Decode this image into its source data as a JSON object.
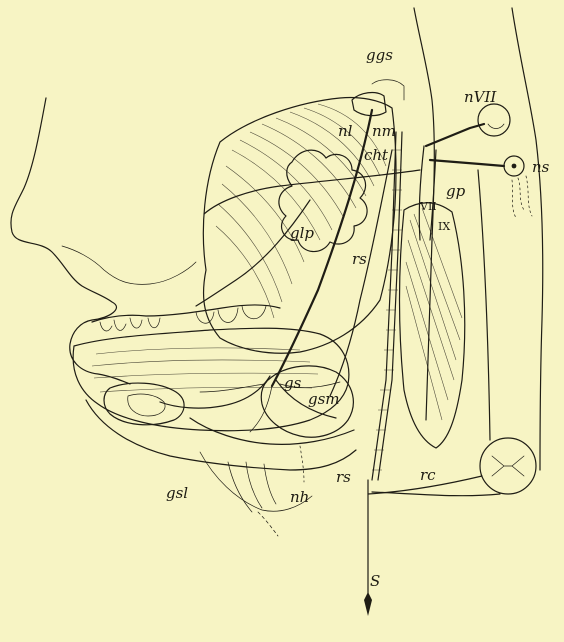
{
  "figure": {
    "labels": {
      "ggs": "ggs",
      "nvii": "nVII",
      "nl": "nl",
      "nm": "nm",
      "cht": "cht",
      "ns": "ns",
      "gp": "gp",
      "vii": "VII",
      "ix": "IX",
      "glp": "glp",
      "rs_upper": "rs",
      "gs": "gs",
      "gsm": "gsm",
      "gsl": "gsl",
      "nh": "nh",
      "rs_lower": "rs",
      "rc": "rc",
      "s": "S"
    }
  }
}
